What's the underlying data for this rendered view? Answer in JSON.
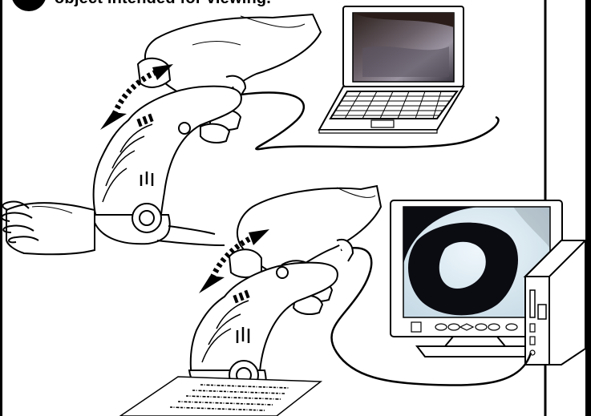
{
  "instruction": {
    "caption": "object intended for viewing."
  },
  "scenes": [
    {
      "subject": "skin on forearm",
      "display": "laptop"
    },
    {
      "subject": "printed text on paper",
      "display": "desktop monitor"
    }
  ],
  "icons": [
    "hand-icon",
    "handheld-microscope-icon",
    "laptop-icon",
    "monitor-icon",
    "pc-tower-icon",
    "arrow-icon",
    "paper-sheet-icon"
  ],
  "colors": {
    "line": "#000000",
    "laptop_screen_dark": "#3a2e2a",
    "laptop_screen_light": "#8a7f86",
    "monitor_screen_light": "#dfeef8",
    "monitor_glyph": "#0b0b12"
  }
}
